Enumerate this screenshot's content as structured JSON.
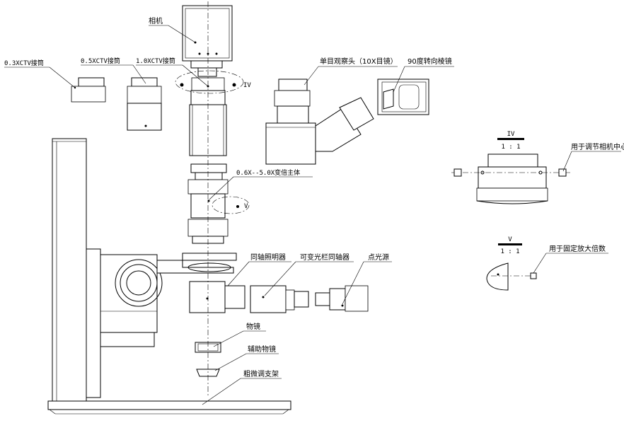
{
  "labels": {
    "camera": "相机",
    "adapter_03x": "0.3XCTV接筒",
    "adapter_05x": "0.5XCTV接筒",
    "adapter_10x": "1.0XCTV接筒",
    "detail_iv_marker": "IV",
    "monocular_head": "单目观察头（10X目镜）",
    "prism_90": "90度转向棱镜",
    "zoom_body": "0.6X--5.0X变倍主体",
    "detail_v_marker": "V",
    "coaxial_illuminator": "同轴照明器",
    "iris_coaxial": "可变光栏同轴器",
    "point_source": "点光源",
    "objective": "物镜",
    "aux_objective": "辅助物镜",
    "focus_stand": "粗微调支架"
  },
  "detail_iv": {
    "title": "IV",
    "scale": "1 : 1",
    "note": "用于调节相机中心"
  },
  "detail_v": {
    "title": "V",
    "scale": "1 : 1",
    "note": "用于固定放大倍数"
  }
}
